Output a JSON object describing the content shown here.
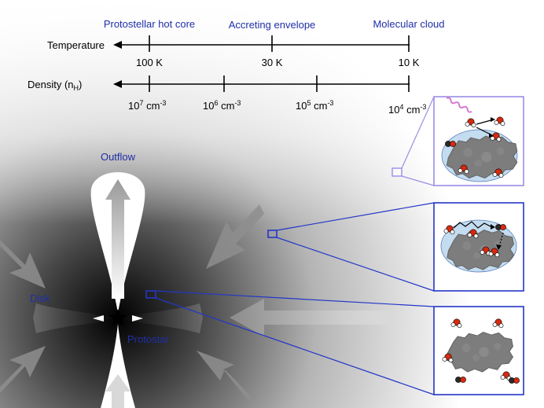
{
  "stages": {
    "left": "Protostellar hot core",
    "middle": "Accreting envelope",
    "right": "Molecular cloud"
  },
  "temperature": {
    "label": "Temperature",
    "ticks": [
      "100 K",
      "30 K",
      "10 K"
    ]
  },
  "density": {
    "label": "Density (n",
    "label_sub": "H",
    "label_close": ")",
    "ticks": [
      {
        "base": "10",
        "exp": "7",
        "unit": " cm",
        "uexp": "-3"
      },
      {
        "base": "10",
        "exp": "6",
        "unit": " cm",
        "uexp": "-3"
      },
      {
        "base": "10",
        "exp": "5",
        "unit": " cm",
        "uexp": "-3"
      },
      {
        "base": "10",
        "exp": "4",
        "unit": " cm",
        "uexp": "-3"
      }
    ]
  },
  "labels": {
    "outflow": "Outflow",
    "disk": "Disk",
    "protostar": "Protostar"
  },
  "colors": {
    "blue_text": "#1f2fa8",
    "box_blue": "#2336c8",
    "box_violet": "#9b8ee6",
    "grain_fill": "#c4dcf0",
    "oxygen": "#d62a10",
    "carbon": "#2a2a2a"
  }
}
